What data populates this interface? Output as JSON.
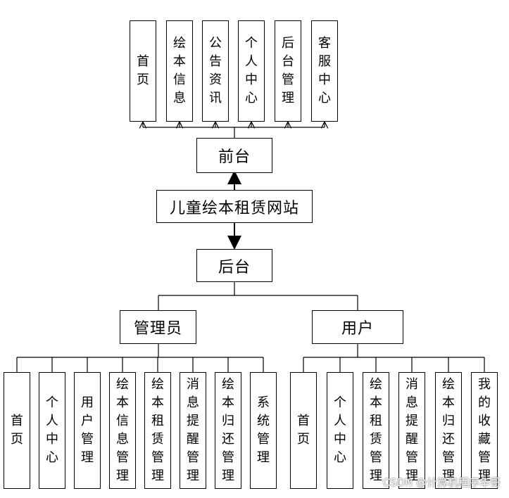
{
  "diagram": {
    "top_items": [
      "首页",
      "绘本信息",
      "公告资讯",
      "个人中心",
      "后台管理",
      "客服中心"
    ],
    "frontend": "前台",
    "root": "儿童绘本租赁网站",
    "backend": "后台",
    "admin": {
      "label": "管理员",
      "items": [
        "首页",
        "个人中心",
        "用户管理",
        "绘本信息管理",
        "绘本租赁管理",
        "消息提醒管理",
        "绘本归还管理",
        "系统管理"
      ]
    },
    "user": {
      "label": "用户",
      "items": [
        "首页",
        "个人中心",
        "绘本租赁管理",
        "消息提醒管理",
        "绘本归还管理",
        "我的收藏管理"
      ]
    }
  },
  "watermark": "CSDN @计算机程序华哥"
}
